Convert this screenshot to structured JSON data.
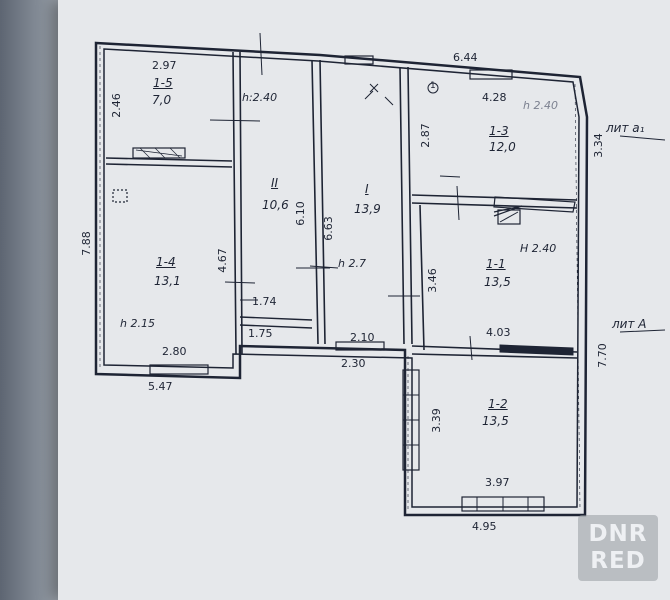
{
  "rooms": [
    {
      "code": "1-5",
      "area": "7,0"
    },
    {
      "code": "1-4",
      "area": "13,1"
    },
    {
      "code": "II",
      "area": "10,6"
    },
    {
      "code": "I",
      "area": "13,9"
    },
    {
      "code": "1-3",
      "area": "12,0"
    },
    {
      "code": "1-1",
      "area": "13,5"
    },
    {
      "code": "1-2",
      "area": "13,5"
    }
  ],
  "dimensions": [
    "2.97",
    "2.46",
    "7.88",
    "4.67",
    "2.80",
    "5.47",
    "h 2.15",
    "h:2.40",
    "6.10",
    "1.74",
    "1.75",
    "6.63",
    "h 2.7",
    "2.10",
    "2.30",
    "6.44",
    "4.28",
    "h 2.40",
    "2.87",
    "3.34",
    "3.46",
    "4.03",
    "H 2.40",
    "3.39",
    "3.97",
    "4.95",
    "7.70"
  ],
  "litera": [
    "лит а₁",
    "лит А"
  ],
  "marks": {
    "circle_one": "1"
  },
  "watermark": {
    "line1": "DNR",
    "line2": "RED"
  },
  "colors": {
    "ink": "#1e2434",
    "paper": "#e6e8eb"
  }
}
